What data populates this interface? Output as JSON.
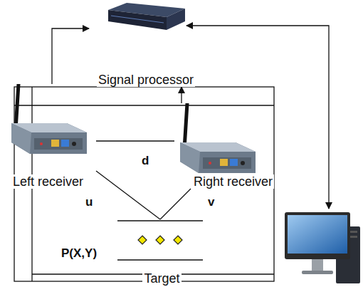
{
  "diagram": {
    "nodes": [
      {
        "text": [
          "Signal processor"
        ]
      },
      {
        "text": [
          "Left receiver"
        ]
      },
      {
        "text": [
          "Right receiver"
        ]
      },
      {
        "text": [
          "Target"
        ]
      }
    ],
    "edges": [
      {
        "from": 1,
        "to": 0,
        "arrow": "to"
      },
      {
        "from": 2,
        "to": 0,
        "arrow": "to"
      },
      {
        "from": 1,
        "to": 2,
        "label": "d",
        "arrow": "none"
      },
      {
        "from": 1,
        "to": 3,
        "label": "u",
        "arrow": "none"
      },
      {
        "from": 2,
        "to": 3,
        "label": "v",
        "arrow": "none"
      }
    ],
    "labels": [
      "P(X,Y)"
    ]
  }
}
